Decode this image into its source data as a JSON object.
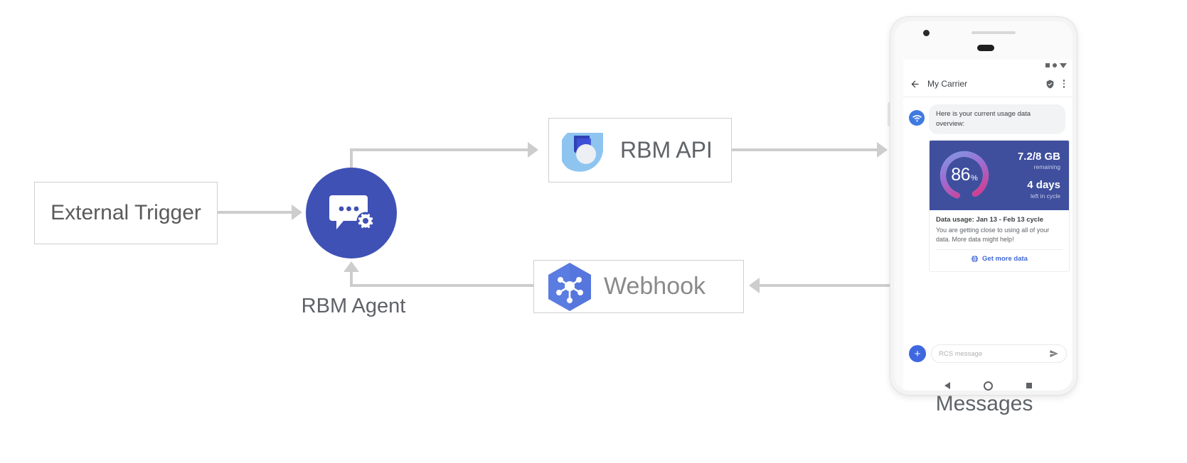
{
  "diagram": {
    "nodes": {
      "external_trigger": {
        "label": "External Trigger"
      },
      "rbm_agent": {
        "caption": "RBM Agent",
        "icon": "chat-gear-icon",
        "color": "#3f51b5"
      },
      "rbm_api": {
        "label": "RBM API",
        "icon": "rbm-api-logo"
      },
      "webhook": {
        "label": "Webhook",
        "icon": "webhook-hexagon-icon"
      },
      "messages": {
        "caption": "Messages"
      }
    },
    "connector_color": "#cdcdcd"
  },
  "phone": {
    "status_bar": {
      "icons": [
        "square-icon",
        "circle-icon",
        "triangle-down-icon"
      ]
    },
    "app_bar": {
      "back_icon": "back-arrow-icon",
      "title": "My Carrier",
      "verified_icon": "verified-shield-icon",
      "overflow_icon": "kebab-menu-icon"
    },
    "conversation": {
      "avatar_icon": "wifi-signal-icon",
      "message": "Here is your current usage data overview:",
      "card": {
        "gauge": {
          "value": "86",
          "unit": "%",
          "percent": 86
        },
        "data_remaining": {
          "value": "7.2/8 GB",
          "label": "remaining"
        },
        "days_left": {
          "value": "4 days",
          "label": "left in cycle"
        },
        "title": "Data usage: Jan 13 - Feb 13 cycle",
        "body": "You are getting close to using all of your data. More data might help!",
        "action": {
          "icon": "globe-icon",
          "label": "Get more data"
        },
        "colors": {
          "card_bg": "#3f4f9e",
          "gauge_start": "#7f9ae8",
          "gauge_mid": "#a06ad0",
          "gauge_end": "#e0317f"
        }
      }
    },
    "composer": {
      "add_icon": "plus-icon",
      "placeholder": "RCS message",
      "value": "",
      "send_icon": "send-arrow-icon"
    },
    "nav_bar": {
      "back": "nav-back-icon",
      "home": "nav-home-icon",
      "recents": "nav-recents-icon"
    }
  }
}
